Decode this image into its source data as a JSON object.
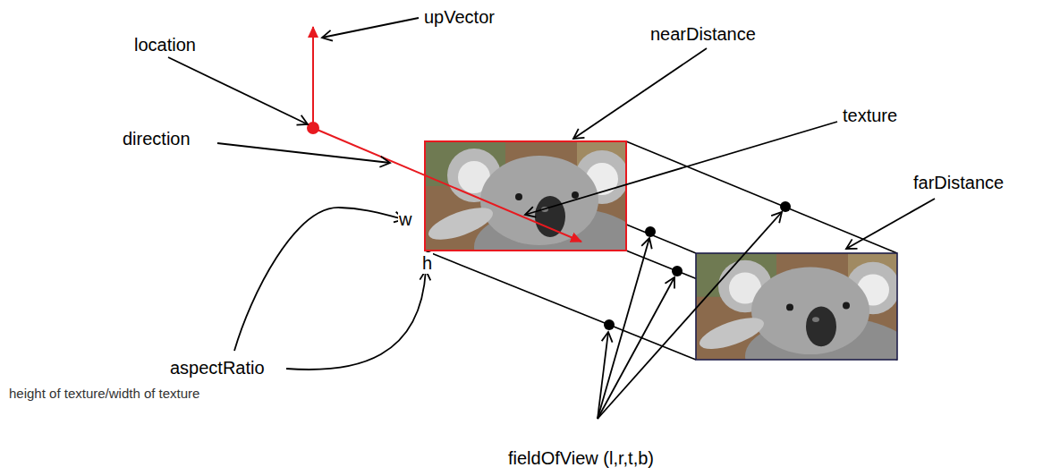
{
  "diagram": {
    "labels": [
      "upVector",
      "location",
      "nearDistance",
      "texture",
      "direction",
      "farDistance",
      "w",
      "h",
      "aspectRatio",
      "height of texture/width of texture",
      "fieldOfView (l,r,t,b)"
    ]
  }
}
